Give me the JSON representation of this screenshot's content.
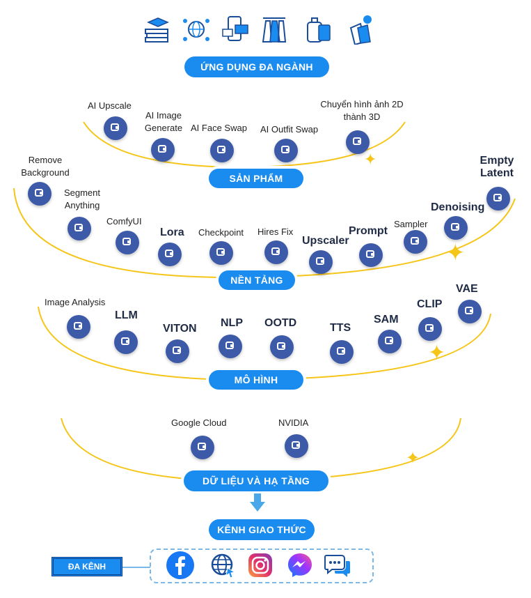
{
  "top_icons": [
    "education-books-icon",
    "global-network-icon",
    "mobile-shopping-icon",
    "fashion-clothing-icon",
    "travel-luggage-icon",
    "shopping-bags-icon"
  ],
  "header": "ỨNG DỤNG ĐA NGÀNH",
  "sections": [
    {
      "title": "SẢN PHẨM",
      "items": [
        "AI Upscale",
        "AI Image Generate",
        "AI Face Swap",
        "AI Outfit Swap",
        "Chuyển hình ảnh 2D thành 3D"
      ]
    },
    {
      "title": "NỀN TẢNG",
      "items": [
        "Remove Background",
        "Segment Anything",
        "ComfyUI",
        "Lora",
        "Checkpoint",
        "Hires Fix",
        "Upscaler",
        "Prompt",
        "Sampler",
        "Denoising",
        "Empty Latent"
      ]
    },
    {
      "title": "MÔ HÌNH",
      "items": [
        "Image Analysis",
        "LLM",
        "VITON",
        "NLP",
        "OOTD",
        "TTS",
        "SAM",
        "CLIP",
        "VAE"
      ]
    },
    {
      "title": "DỮ LIỆU VÀ HẠ TẦNG",
      "items": [
        "Google Cloud",
        "NVIDIA"
      ]
    }
  ],
  "protocol": "KÊNH GIAO THỨC",
  "multichannel": "ĐA KÊNH",
  "channels": [
    "facebook-icon",
    "web-icon",
    "instagram-icon",
    "messenger-icon",
    "chat-icon"
  ],
  "colors": {
    "accent": "#1a8cf0",
    "arc": "#f5c518",
    "node": "#3c5aa8"
  }
}
